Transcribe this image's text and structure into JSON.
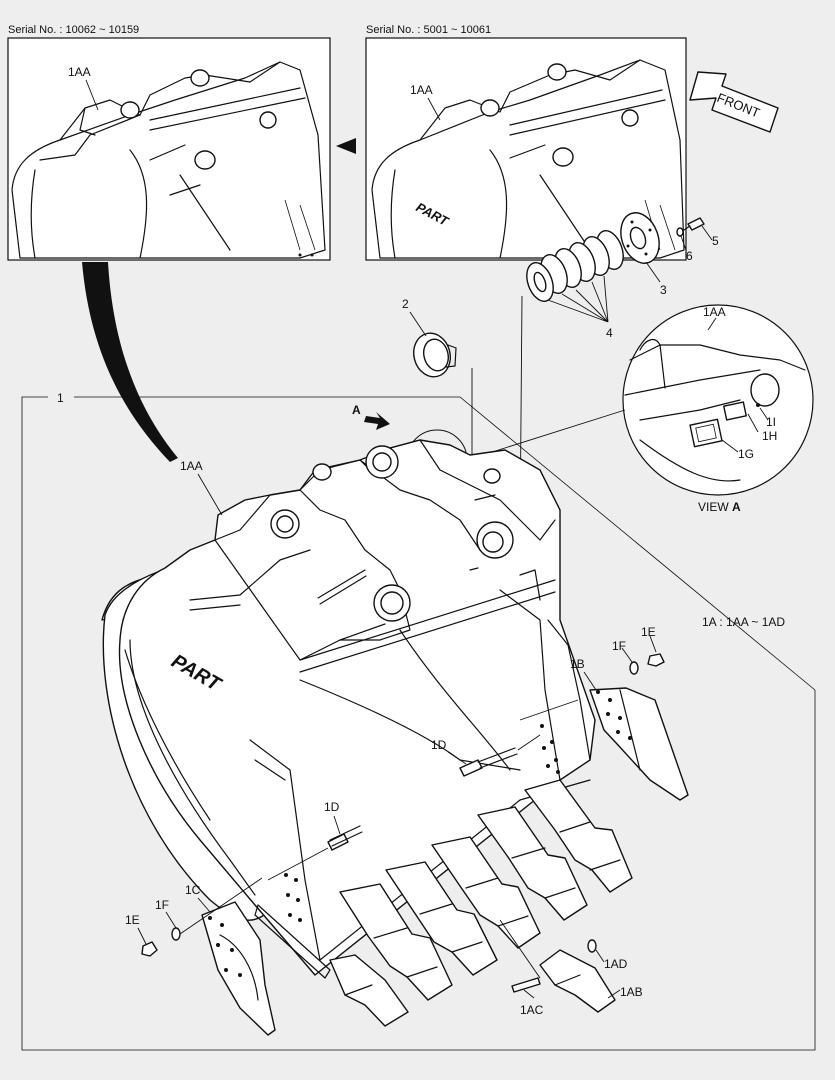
{
  "headers": {
    "left_serial": "Serial No. : 10062 ~ 10159",
    "right_serial": "Serial No. : 5001 ~ 10061"
  },
  "front_arrow_text": "FRONT",
  "view": {
    "label": "VIEW",
    "letter": "A"
  },
  "note": "1A : 1AA ~ 1AD",
  "brand_text": "PART",
  "labels": {
    "1": "1",
    "1AA": "1AA",
    "1AA_left": "1AA",
    "1AA_right": "1AA",
    "1AA_view": "1AA",
    "2": "2",
    "3": "3",
    "4": "4",
    "5": "5",
    "6": "6",
    "A_arrow": "A",
    "1I": "1I",
    "1H": "1H",
    "1G": "1G",
    "1F_right": "1F",
    "1E_right": "1E",
    "1B": "1B",
    "1D_mid": "1D",
    "1D_left": "1D",
    "1C": "1C",
    "1F_left": "1F",
    "1E_left": "1E",
    "1AD": "1AD",
    "1AB": "1AB",
    "1AC": "1AC"
  },
  "icons": {
    "pointer": "black-triangle-left",
    "transfer": "black-curved-arrow",
    "front": "outline-arrow"
  }
}
